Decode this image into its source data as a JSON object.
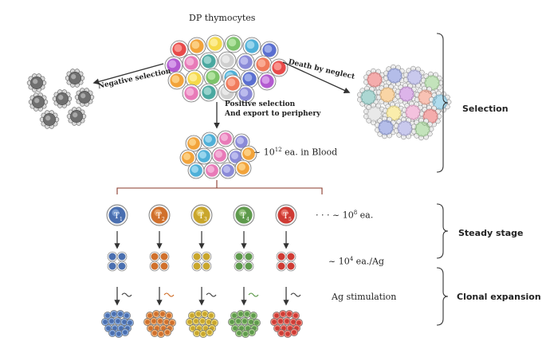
{
  "labels": {
    "dp_thymocytes": "DP thymocytes",
    "negative_selection": "Negative selection",
    "death_by_neglect": "Death by neglect",
    "positive_selection_line1": "Positive selection",
    "positive_selection_line2": "And export to periphery",
    "blood_prefix": "~ 10",
    "blood_exp": "12",
    "blood_suffix": " ea. in Blood",
    "clone_prefix": "· · ·  ~ 10",
    "clone_exp": "8",
    "clone_suffix": " ea.",
    "ag_prefix": "~ 10",
    "ag_exp": "4",
    "ag_suffix": " ea./Ag",
    "ag_stimulation": "Ag stimulation"
  },
  "sections": {
    "selection": "Selection",
    "steady_stage": "Steady stage",
    "clonal_expansion": "Clonal expansion"
  },
  "clones": [
    {
      "label": "T",
      "sub": "1",
      "color": "#4a6fb0",
      "light": "#8fb0e0"
    },
    {
      "label": "T",
      "sub": "2",
      "color": "#d0702c",
      "light": "#f0b27a"
    },
    {
      "label": "T",
      "sub": "3",
      "color": "#c9a62c",
      "light": "#ecd87a"
    },
    {
      "label": "T",
      "sub": "4",
      "color": "#5e9a4c",
      "light": "#a6d08e"
    },
    {
      "label": "T",
      "sub": "5",
      "color": "#cf3b34",
      "light": "#f08a80"
    }
  ]
}
